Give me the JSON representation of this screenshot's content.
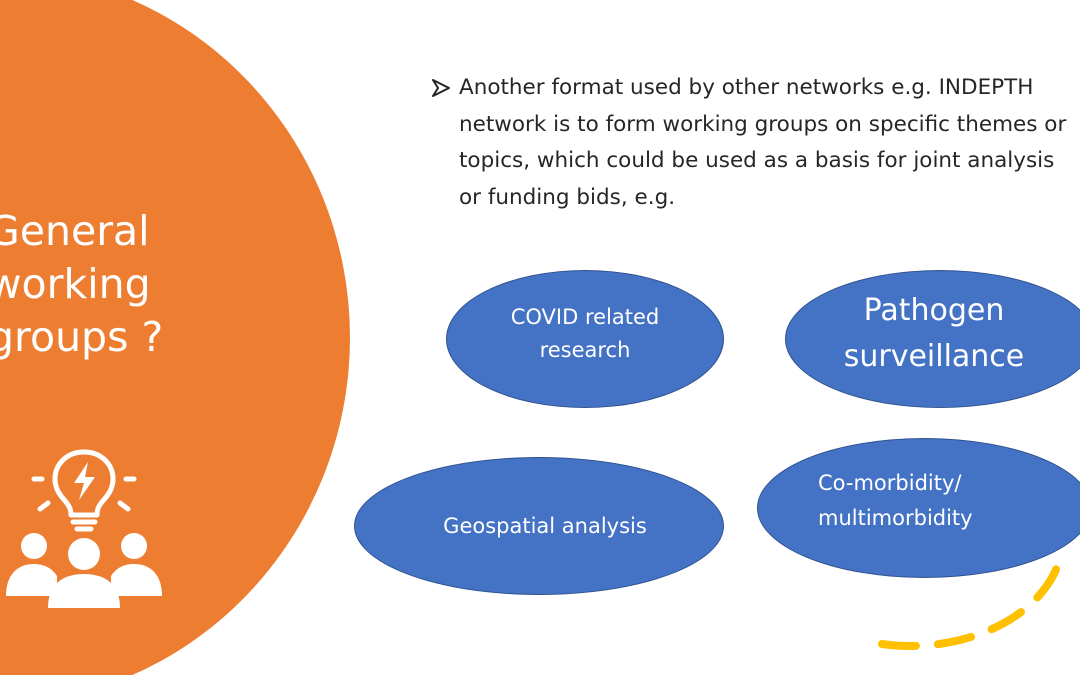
{
  "colors": {
    "accent_orange": "#ed7d31",
    "oval_blue": "#4472c4",
    "oval_border": "#2f528f",
    "dash_yellow": "#ffc000",
    "text_dark": "#262626"
  },
  "title": {
    "lines": [
      "General",
      "working",
      "groups ?"
    ]
  },
  "icons": {
    "team": "team-lightbulb-icon",
    "bullet": "arrow-bullet-icon"
  },
  "bullet": {
    "text": "Another format used by other networks e.g. INDEPTH network is to form working groups on specific themes or topics, which could be used as a basis for joint analysis or funding bids, e.g."
  },
  "ovals": {
    "covid": "COVID related\nresearch",
    "pathogen": "Pathogen\nsurveillance",
    "geospatial": "Geospatial analysis",
    "comorbidity": "Co-morbidity/\nmultimorbidity"
  }
}
